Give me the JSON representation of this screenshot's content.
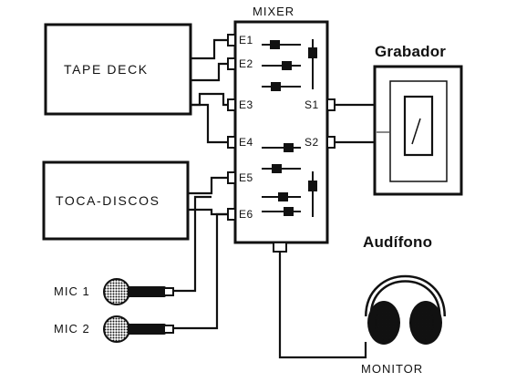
{
  "diagram": {
    "mixer_title": "MIXER",
    "tape_deck": "TAPE DECK",
    "turntable": "TOCA-DISCOS",
    "mic1": "MIC 1",
    "mic2": "MIC 2",
    "recorder": "Grabador",
    "headphones": "Audífono",
    "monitor": "MONITOR",
    "inputs": [
      "E1",
      "E2",
      "E3",
      "E4",
      "E5",
      "E6"
    ],
    "outputs": [
      "S1",
      "S2"
    ]
  },
  "colors": {
    "ink": "#111111",
    "paper": "#ffffff"
  }
}
